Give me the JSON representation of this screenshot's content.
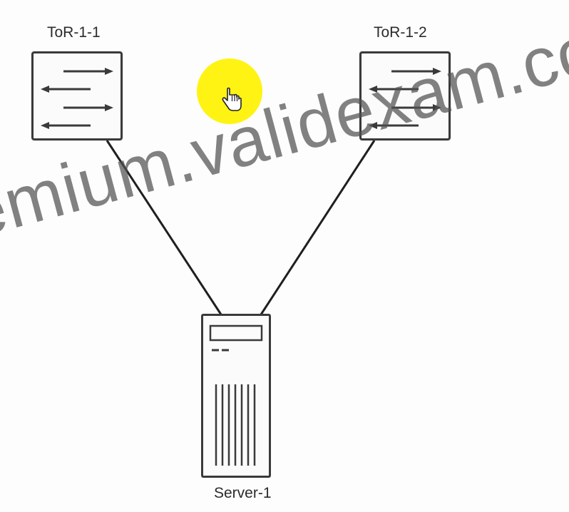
{
  "diagram": {
    "nodes": {
      "tor1": {
        "label": "ToR-1-1",
        "kind": "switch",
        "icon": "switch-icon"
      },
      "tor2": {
        "label": "ToR-1-2",
        "kind": "switch",
        "icon": "switch-icon"
      },
      "server": {
        "label": "Server-1",
        "kind": "server",
        "icon": "server-icon"
      }
    },
    "links": [
      {
        "from": "ToR-1-1",
        "to": "Server-1"
      },
      {
        "from": "ToR-1-2",
        "to": "Server-1"
      }
    ]
  },
  "overlay": {
    "watermark_text": "emium.validexam.co",
    "cursor_icon": "hand-pointer-icon",
    "cursor_highlight_color": "#fff200"
  },
  "colors": {
    "line": "#1f1f1f",
    "device_border": "#3a3a3a",
    "background": "#fdfdfd"
  }
}
